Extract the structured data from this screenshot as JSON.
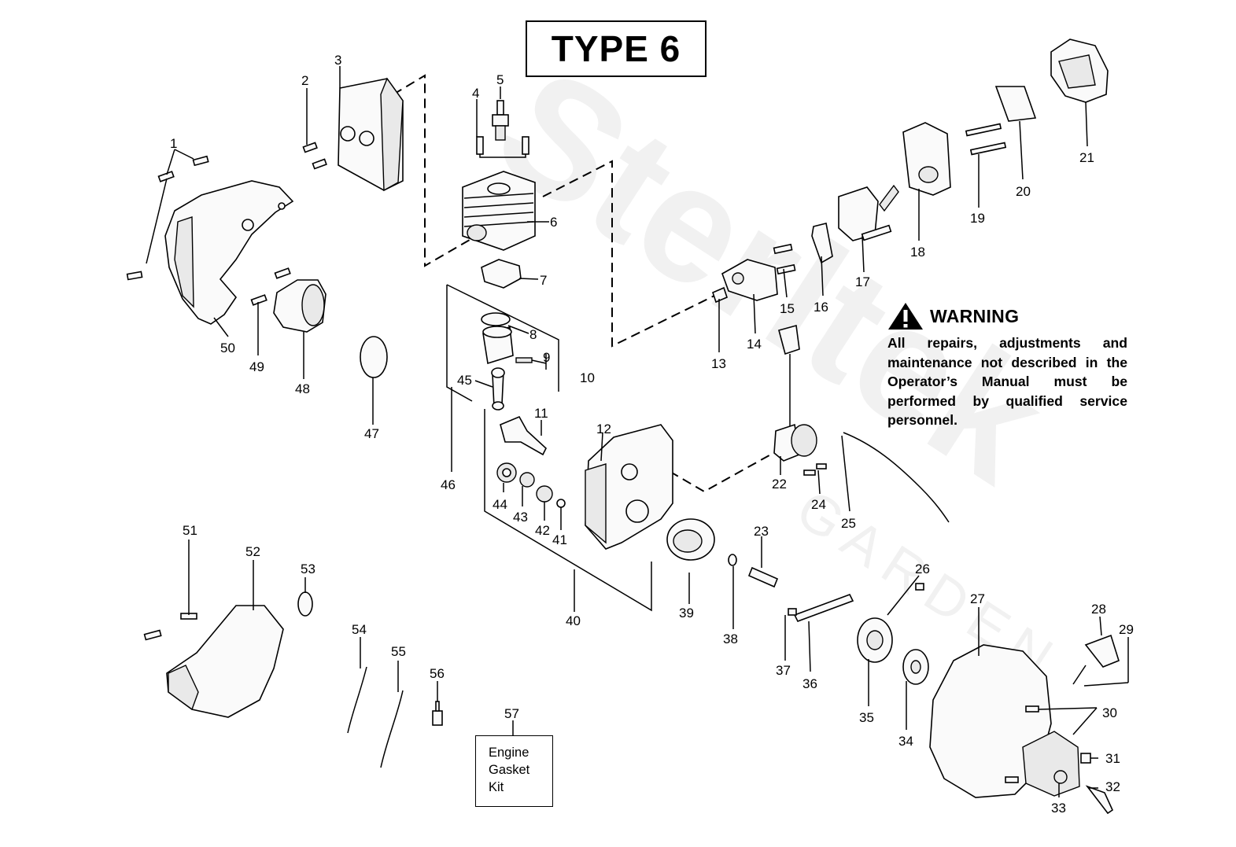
{
  "title": "TYPE 6",
  "warning": {
    "icon": "warning-triangle-icon",
    "heading": "WARNING",
    "text": "All repairs, adjustments and maintenance not described in the Operator’s Manual must be performed by qualified service personnel."
  },
  "kit": {
    "line1": "Engine",
    "line2": "Gasket",
    "line3": "Kit"
  },
  "watermark": {
    "brand": "Sterltek",
    "sub": "GARDEN"
  },
  "callouts": [
    "1",
    "2",
    "3",
    "4",
    "5",
    "6",
    "7",
    "8",
    "9",
    "10",
    "11",
    "12",
    "13",
    "14",
    "15",
    "16",
    "17",
    "18",
    "19",
    "20",
    "21",
    "22",
    "23",
    "24",
    "25",
    "26",
    "27",
    "28",
    "29",
    "30",
    "31",
    "32",
    "33",
    "34",
    "35",
    "36",
    "37",
    "38",
    "39",
    "40",
    "41",
    "42",
    "43",
    "44",
    "45",
    "46",
    "47",
    "48",
    "49",
    "50",
    "51",
    "52",
    "53",
    "54",
    "55",
    "56",
    "57"
  ]
}
